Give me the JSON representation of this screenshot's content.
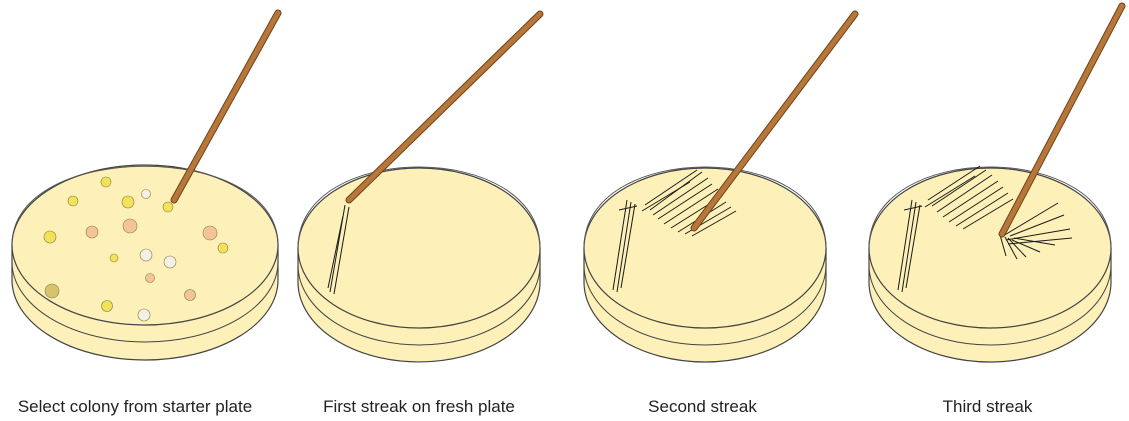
{
  "steps": [
    {
      "id": "starter",
      "caption": "Select colony from starter plate"
    },
    {
      "id": "first",
      "caption": "First streak on fresh plate"
    },
    {
      "id": "second",
      "caption": "Second streak"
    },
    {
      "id": "third",
      "caption": "Third streak"
    }
  ],
  "colors": {
    "agar": "#fdf0b8",
    "agar_shade": "#f6e39a",
    "plate_outline": "#444444",
    "stick": "#b7773a",
    "stick_outline": "#6e4318",
    "streak": "#1a1a1a",
    "colony_yellow": "#f2e25a",
    "colony_peach": "#f3c497",
    "colony_white": "#f3f0e6",
    "colony_olive": "#d7c36c"
  }
}
